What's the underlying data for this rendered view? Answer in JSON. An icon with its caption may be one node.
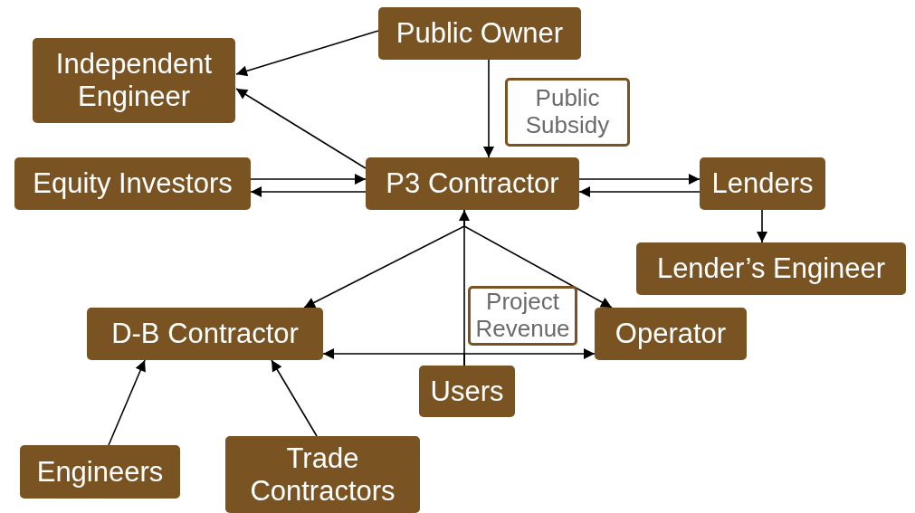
{
  "diagram": {
    "nodes": [
      {
        "text": [
          "Public Owner"
        ]
      },
      {
        "text": [
          "Independent Engineer"
        ]
      },
      {
        "text": [
          "Public Subsidy"
        ]
      },
      {
        "text": [
          "Equity Investors"
        ]
      },
      {
        "text": [
          "P3 Contractor"
        ]
      },
      {
        "text": [
          "Lenders"
        ]
      },
      {
        "text": [
          "Lender’s Engineer"
        ]
      },
      {
        "text": [
          "D-B Contractor"
        ]
      },
      {
        "text": [
          "Project Revenue"
        ]
      },
      {
        "text": [
          "Operator"
        ]
      },
      {
        "text": [
          "Users"
        ]
      },
      {
        "text": [
          "Engineers"
        ]
      },
      {
        "text": [
          "Trade Contractors"
        ]
      }
    ],
    "edges": [
      {
        "from": 0,
        "to": 1,
        "arrow": "to"
      },
      {
        "from": 4,
        "to": 1,
        "arrow": "to"
      },
      {
        "from": 0,
        "to": 4,
        "arrow": "to"
      },
      {
        "from": 3,
        "to": 4,
        "arrow": "to"
      },
      {
        "from": 4,
        "to": 3,
        "arrow": "to"
      },
      {
        "from": 4,
        "to": 5,
        "arrow": "to"
      },
      {
        "from": 5,
        "to": 4,
        "arrow": "to"
      },
      {
        "from": 5,
        "to": 6,
        "arrow": "to"
      },
      {
        "from": 10,
        "to": 4,
        "arrow": "to"
      },
      {
        "from": 4,
        "to": 7,
        "arrow": "to"
      },
      {
        "from": 4,
        "to": 9,
        "arrow": "to"
      },
      {
        "from": 10,
        "to": 7,
        "arrow": "to"
      },
      {
        "from": 10,
        "to": 9,
        "arrow": "to"
      },
      {
        "from": 11,
        "to": 7,
        "arrow": "to"
      },
      {
        "from": 12,
        "to": 7,
        "arrow": "to"
      }
    ]
  }
}
